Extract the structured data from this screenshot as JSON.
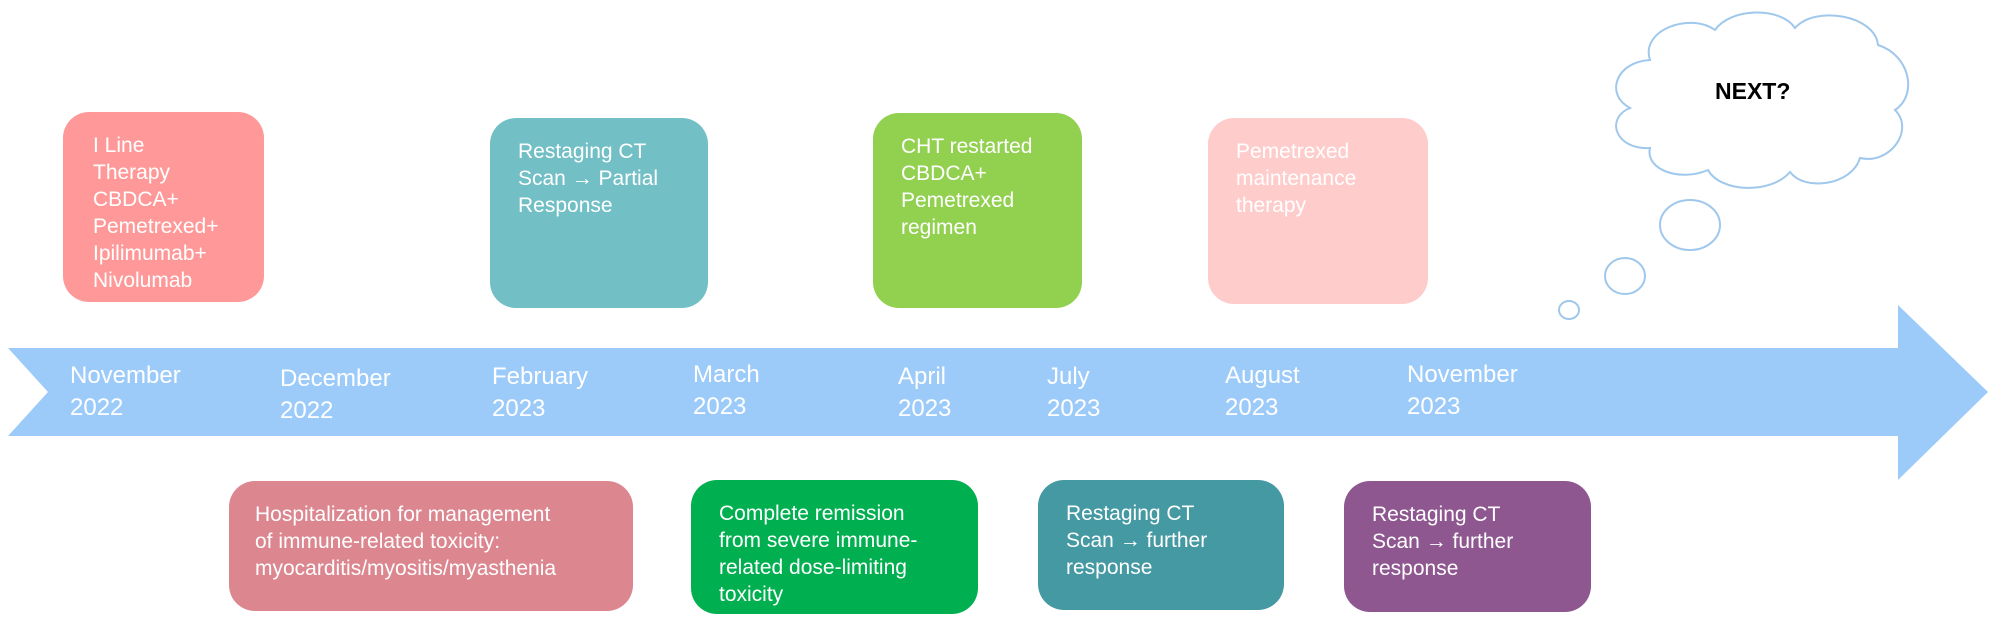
{
  "colors": {
    "arrow": "#9ccbfa",
    "cloud_stroke": "#9fc8ec"
  },
  "cloud_label": "NEXT?",
  "timeline": [
    {
      "month": "November",
      "year": "2022"
    },
    {
      "month": "December",
      "year": "2022"
    },
    {
      "month": "February",
      "year": "2023"
    },
    {
      "month": "March",
      "year": "2023"
    },
    {
      "month": "April",
      "year": "2023"
    },
    {
      "month": "July",
      "year": "2023"
    },
    {
      "month": "August",
      "year": "2023"
    },
    {
      "month": "November",
      "year": "2023"
    }
  ],
  "top_events": [
    {
      "text": "I Line\nTherapy\nCBDCA+\nPemetrexed+\nIpilimumab+\nNivolumab",
      "color": "#ff9999"
    },
    {
      "text": "Restaging CT\nScan → Partial\nResponse",
      "color": "#72bfc6"
    },
    {
      "text": "CHT restarted\nCBDCA+\nPemetrexed\nregimen",
      "color": "#92d050"
    },
    {
      "text": "Pemetrexed\nmaintenance\ntherapy",
      "color": "#ffcccc"
    }
  ],
  "bottom_events": [
    {
      "text": "Hospitalization  for management\nof immune-related  toxicity:\nmyocarditis/myositis/myasthenia",
      "color": "#dc8690"
    },
    {
      "text": "Complete  remission\nfrom severe  immune-\nrelated dose-limiting\ntoxicity",
      "color": "#00b050"
    },
    {
      "text": "Restaging CT\nScan → further\nresponse",
      "color": "#4599a2"
    },
    {
      "text": "Restaging CT\nScan → further\nresponse",
      "color": "#8e5790"
    }
  ]
}
